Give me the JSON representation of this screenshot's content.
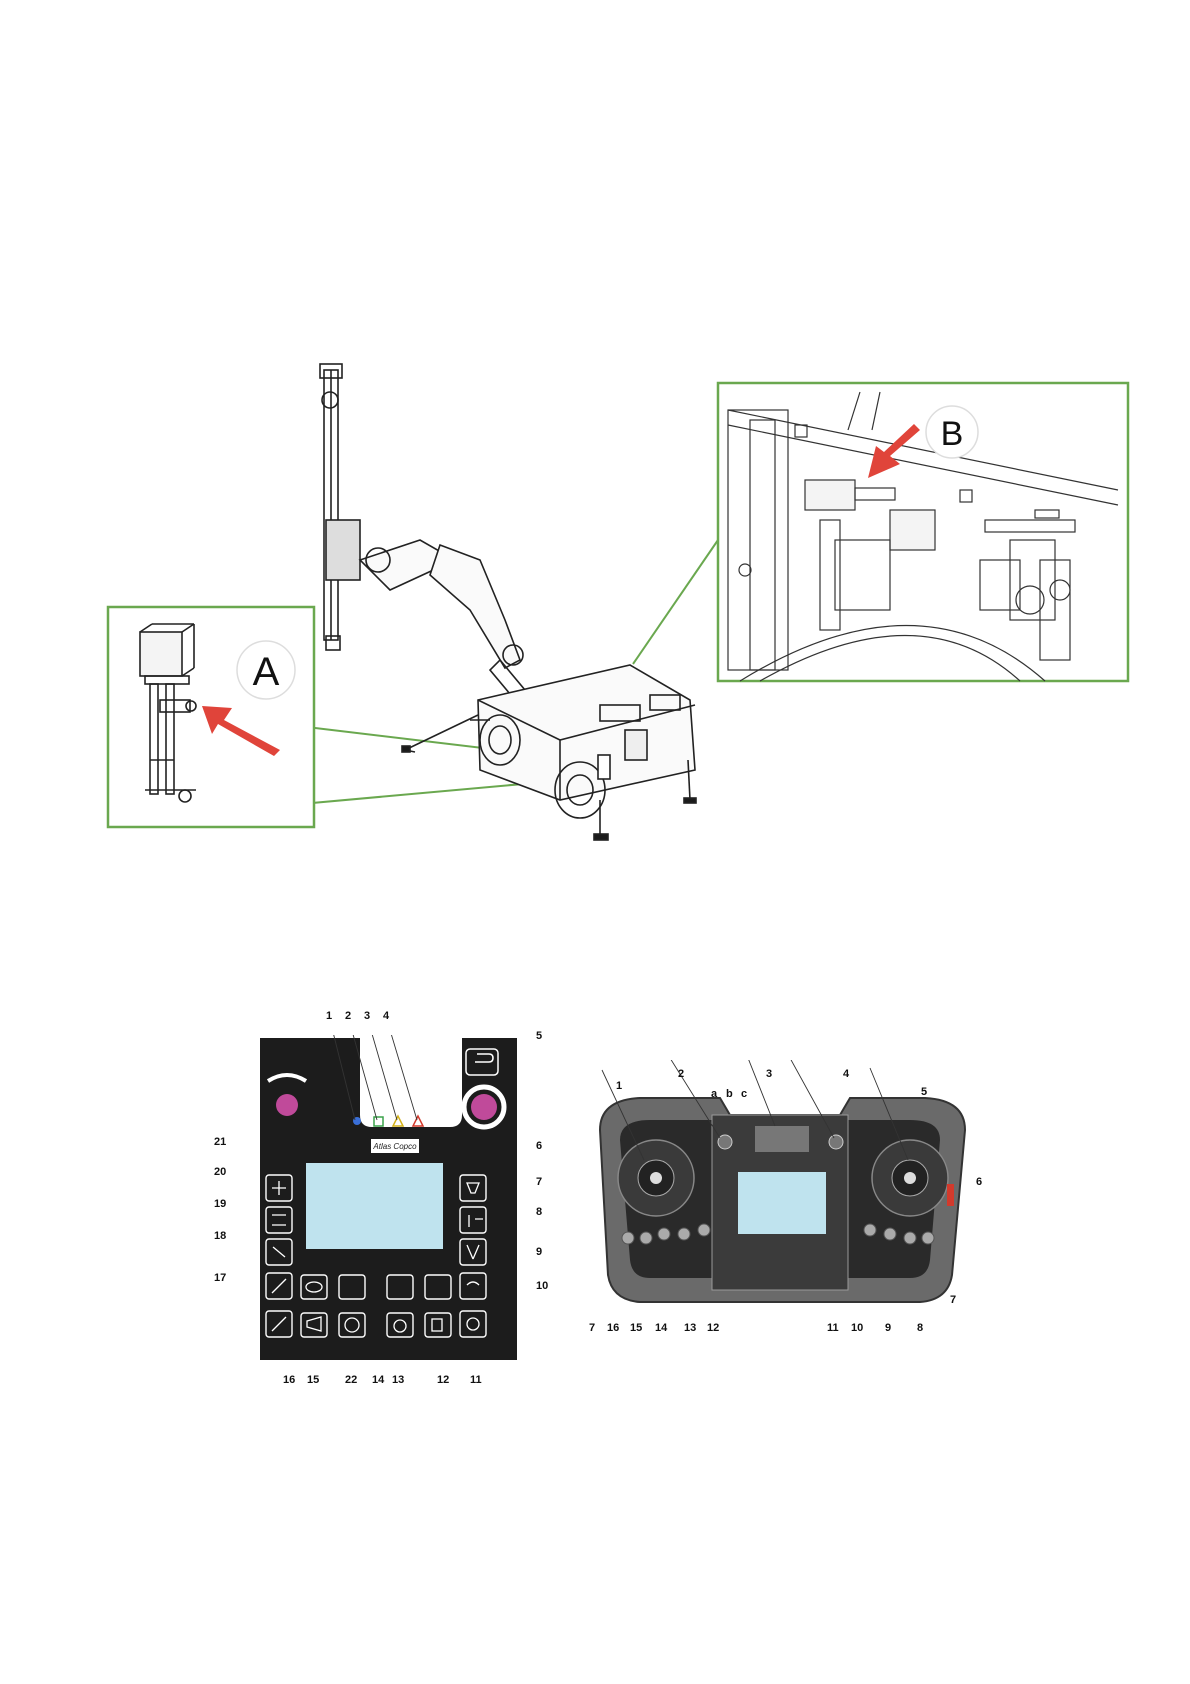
{
  "figure1": {
    "callouts": {
      "a": "A",
      "b": "B"
    },
    "colors": {
      "frame": "#6aa84f",
      "arrow": "#e0443a"
    }
  },
  "figure2": {
    "logo_text": "Atlas Copco",
    "status_numbers": [
      "1",
      "2",
      "3",
      "4"
    ],
    "left_numbers": [
      "21",
      "20",
      "19",
      "18",
      "17"
    ],
    "right_numbers": [
      "5",
      "6",
      "7",
      "8",
      "9",
      "10"
    ],
    "bottom_numbers": [
      "16",
      "15",
      "22",
      "14",
      "13",
      "12",
      "11"
    ],
    "status_colors": {
      "1": "#3a6fd8",
      "2": "#3aa24a",
      "3": "#d4b21a",
      "4": "#d33a2c"
    },
    "knob_color": "#c04a9a",
    "screen_color": "#bfe3ee"
  },
  "figure3": {
    "top_numbers": [
      "1",
      "2",
      "3",
      "4",
      "5"
    ],
    "letters": [
      "a",
      "b",
      "c"
    ],
    "side_number": "6",
    "bottom_numbers": [
      "7",
      "16",
      "15",
      "14",
      "13",
      "12",
      "11",
      "10",
      "9",
      "8",
      "7"
    ],
    "screen_color": "#bfe3ee"
  }
}
